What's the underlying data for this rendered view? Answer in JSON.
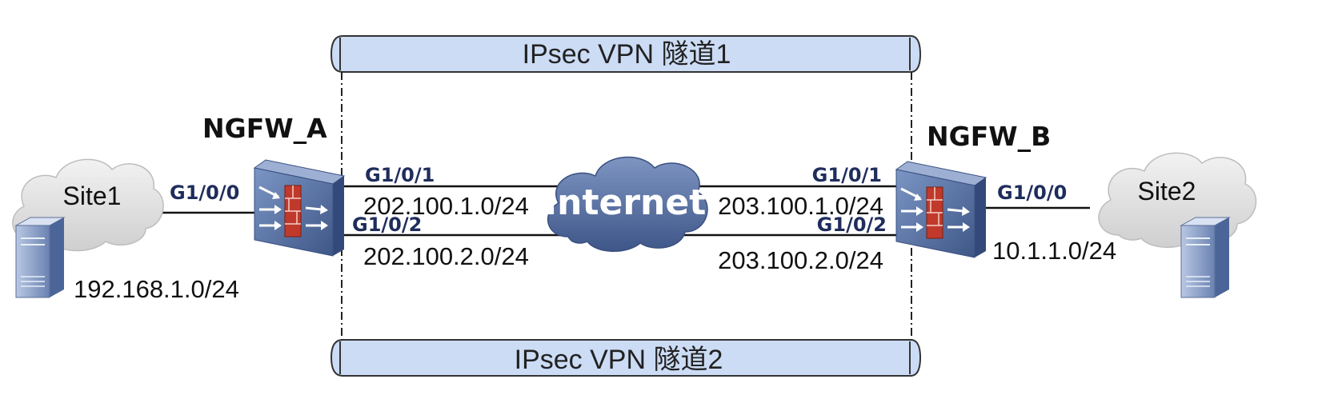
{
  "tunnels": {
    "top_label": "IPsec  VPN 隧道1",
    "bottom_label": "IPsec  VPN 隧道2"
  },
  "devices": {
    "fw_a": "NGFW_A",
    "fw_b": "NGFW_B"
  },
  "sites": {
    "site1": {
      "name": "Site1",
      "subnet": "192.168.1.0/24"
    },
    "site2": {
      "name": "Site2",
      "subnet": "10.1.1.0/24"
    }
  },
  "internet_label": "Internet",
  "ports": {
    "a_g100": "G1/0/0",
    "a_g101": "G1/0/1",
    "a_g102": "G1/0/2",
    "b_g101": "G1/0/1",
    "b_g102": "G1/0/2",
    "b_g100": "G1/0/0"
  },
  "networks": {
    "a_net1": "202.100.1.0/24",
    "a_net2": "202.100.2.0/24",
    "b_net1": "203.100.1.0/24",
    "b_net2": "203.100.2.0/24"
  },
  "colors": {
    "tunnel_fill": "#ccdcf5",
    "tunnel_stroke": "#333333",
    "device_blue": "#5b78a9",
    "cloud_outer": "#d8d8d8",
    "internet_cloud": "#4f6a9d",
    "port_text": "#1f2d5c"
  }
}
